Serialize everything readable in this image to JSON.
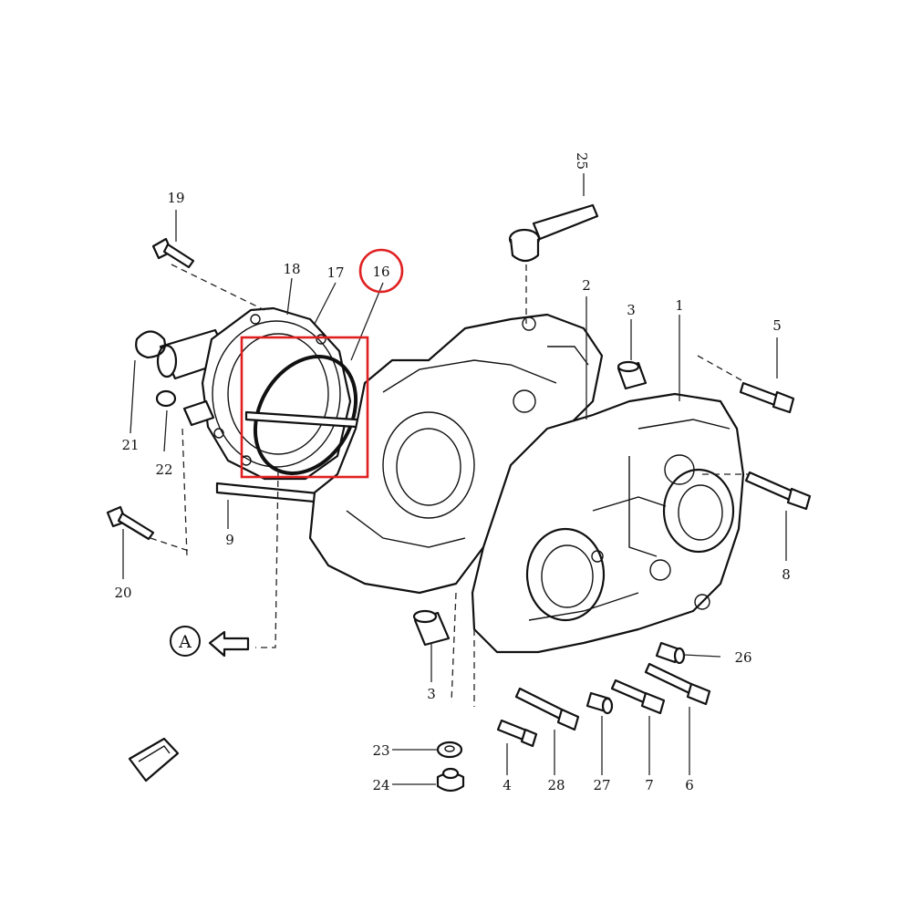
{
  "diagram": {
    "highlight_color": "#e02020",
    "highlight_ring_label": "16",
    "view_marker": "A",
    "callouts": {
      "c1": "1",
      "c2": "2",
      "c3a": "3",
      "c3b": "3",
      "c4": "4",
      "c5": "5",
      "c6": "6",
      "c7": "7",
      "c8": "8",
      "c9": "9",
      "c17": "17",
      "c18": "18",
      "c19": "19",
      "c20": "20",
      "c21": "21",
      "c22": "22",
      "c23": "23",
      "c24": "24",
      "c25": "25",
      "c26": "26",
      "c27": "27",
      "c28": "28"
    }
  }
}
